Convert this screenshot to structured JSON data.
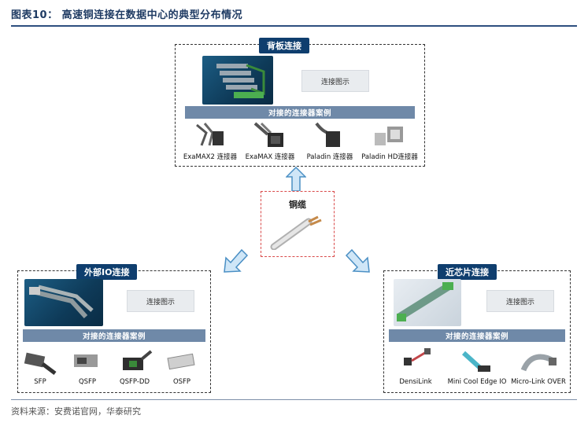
{
  "figure": {
    "title": "图表10：  高速铜连接在数据中心的典型分布情况",
    "source": "资料来源：安费诺官网，华泰研究"
  },
  "center": {
    "label": "铜缆"
  },
  "panels": {
    "backplane": {
      "title": "背板连接",
      "placeholder": "连接图示",
      "case_title": "对接的连接器案例",
      "items": [
        {
          "label": "ExaMAX2 连接器",
          "icon": "examax2-connector-icon"
        },
        {
          "label": "ExaMAX 连接器",
          "icon": "examax-connector-icon"
        },
        {
          "label": "Paladin 连接器",
          "icon": "paladin-connector-icon"
        },
        {
          "label": "Paladin HD连接器",
          "icon": "paladin-hd-connector-icon"
        }
      ]
    },
    "external_io": {
      "title": "外部IO连接",
      "placeholder": "连接图示",
      "case_title": "对接的连接器案例",
      "items": [
        {
          "label": "SFP",
          "icon": "sfp-module-icon"
        },
        {
          "label": "QSFP",
          "icon": "qsfp-module-icon"
        },
        {
          "label": "QSFP-DD",
          "icon": "qsfp-dd-module-icon"
        },
        {
          "label": "OSFP",
          "icon": "osfp-module-icon"
        }
      ]
    },
    "near_chip": {
      "title": "近芯片连接",
      "placeholder": "连接图示",
      "case_title": "对接的连接器案例",
      "items": [
        {
          "label": "DensiLink",
          "icon": "densilink-cable-icon"
        },
        {
          "label": "Mini Cool Edge IO",
          "icon": "mini-cool-edge-io-icon"
        },
        {
          "label": "Micro-Link OVER",
          "icon": "micro-link-over-icon"
        }
      ]
    }
  },
  "colors": {
    "title_bg": "#0f3e6e",
    "case_bar": "#6f89a8",
    "arrow_fill": "#cfe6f7",
    "arrow_stroke": "#4a8fc4",
    "cable_border": "#d94a4a"
  }
}
